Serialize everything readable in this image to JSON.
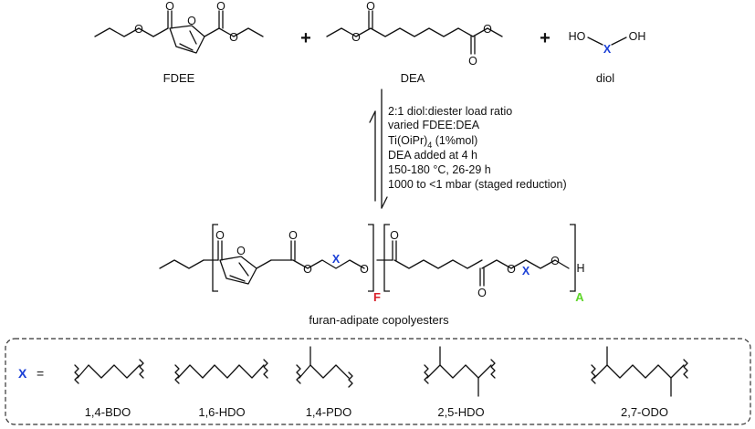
{
  "reactants": {
    "fdee_label": "FDEE",
    "dea_label": "DEA",
    "diol_label": "diol",
    "plus": "+",
    "diol_left": "HO",
    "diol_right": "OH"
  },
  "conditions": {
    "lines": [
      "2:1 diol:diester load ratio",
      "varied FDEE:DEA",
      "Ti(OiPr)",
      "DEA added at 4 h",
      "150-180 °C, 26-29 h",
      "1000 to <1 mbar (staged reduction)"
    ],
    "ti_subscript": "4",
    "ti_suffix": " (1%mol)"
  },
  "product": {
    "label": "furan-adipate copolyesters",
    "f_subscript": "F",
    "a_subscript": "A",
    "end_h": "H"
  },
  "atoms": {
    "oxygen": "O",
    "x": "X"
  },
  "legend": {
    "x_label": "X",
    "equals": "=",
    "items": [
      "1,4-BDO",
      "1,6-HDO",
      "1,4-PDO",
      "2,5-HDO",
      "2,7-ODO"
    ]
  },
  "colors": {
    "x_blue": "#1a3fd6",
    "f_red": "#d9202a",
    "a_green": "#5fd62a",
    "ink": "#111111"
  }
}
